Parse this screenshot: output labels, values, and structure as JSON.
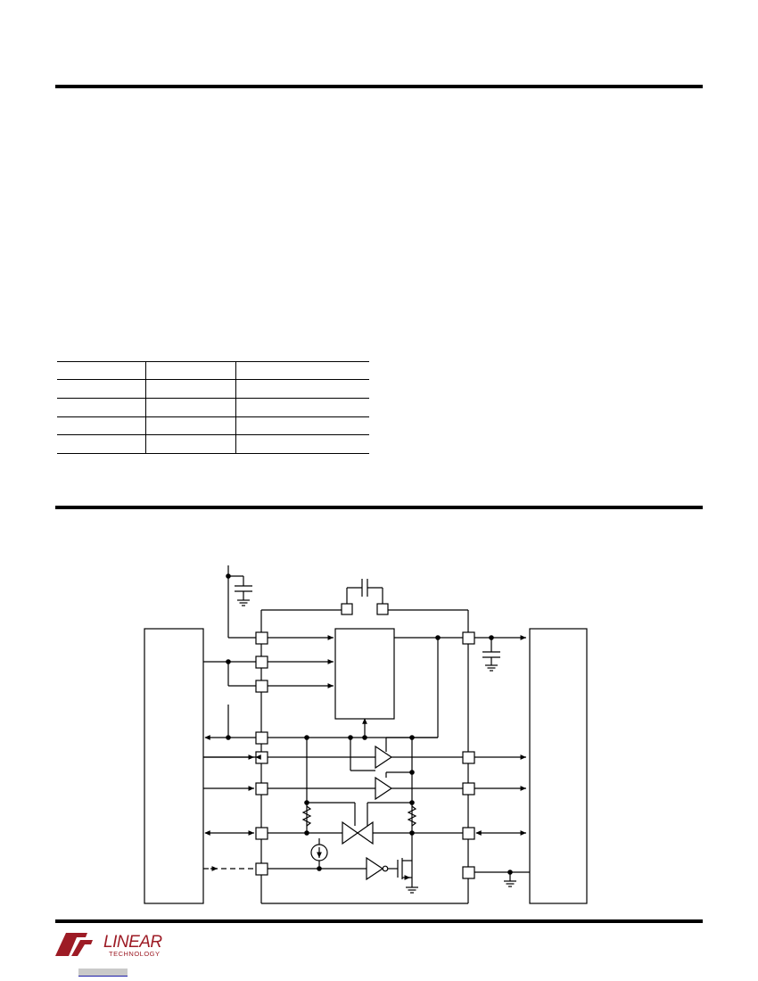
{
  "colors": {
    "ink": "#000000",
    "brand": "#9d1b25",
    "link_underline": "#1a1aa8",
    "link_fill": "#c9c9c9"
  },
  "table": {
    "rows": 5,
    "columns": 3
  },
  "logo": {
    "line1": "LINEAR",
    "line2": "TECHNOLOGY"
  }
}
